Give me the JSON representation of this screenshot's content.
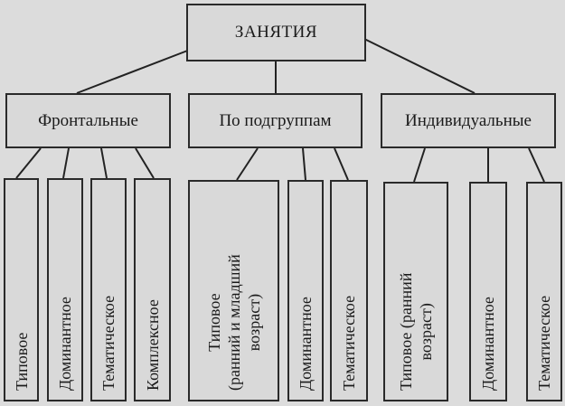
{
  "root": {
    "label": "ЗАНЯТИЯ"
  },
  "groups": [
    {
      "label": "Фронтальные",
      "leaves": [
        "Типовое",
        "Доминантное",
        "Тематическое",
        "Комплексное"
      ]
    },
    {
      "label": "По подгруппам",
      "leaves": [
        "Типовое\n(ранний и младший\nвозраст)",
        "Доминантное",
        "Тематическое"
      ]
    },
    {
      "label": "Индивидуальные",
      "leaves": [
        "Типовое (ранний\nвозраст)",
        "Доминантное",
        "Тематическое"
      ]
    }
  ]
}
